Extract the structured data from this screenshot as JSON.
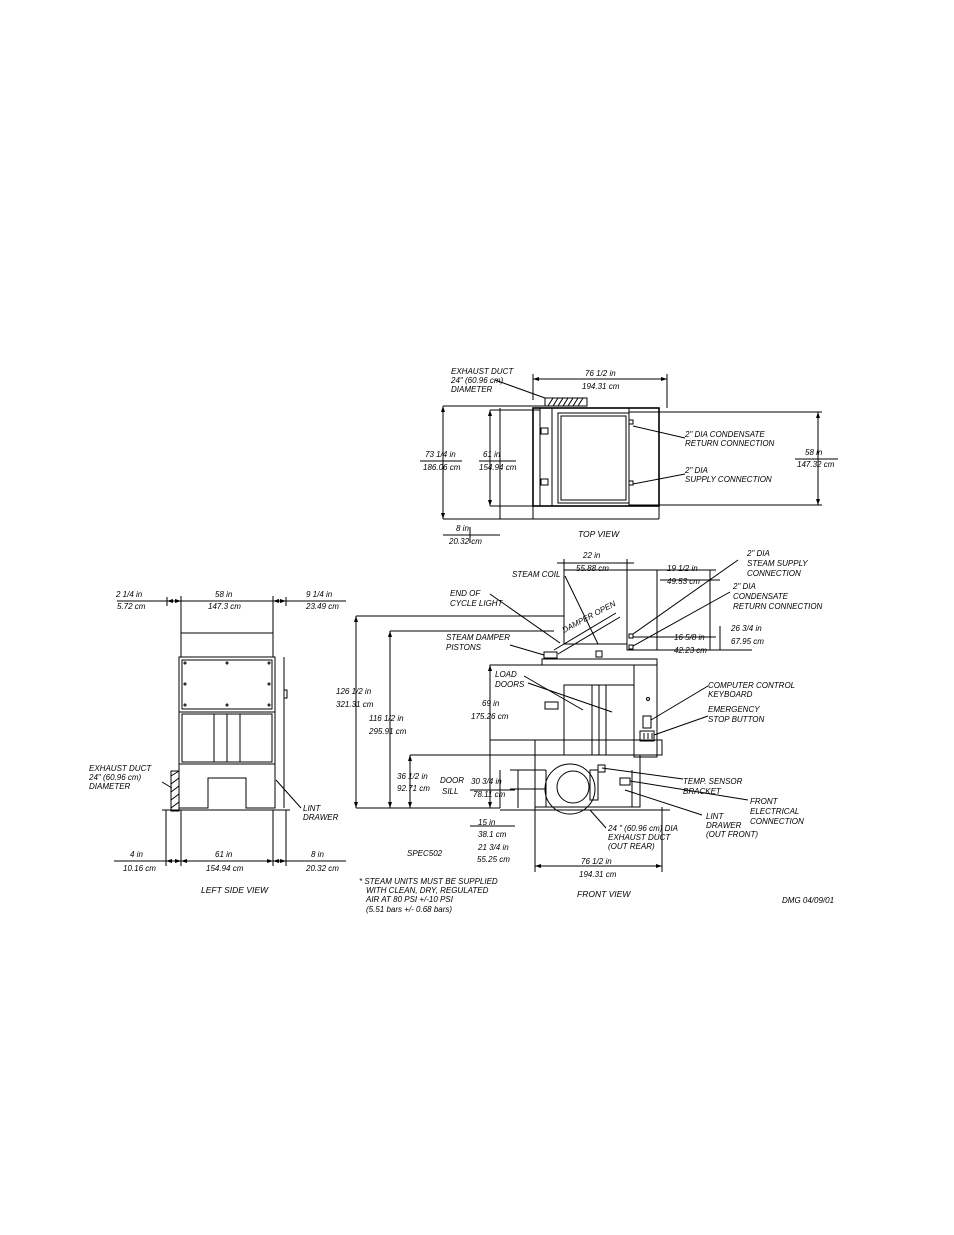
{
  "top_view": {
    "caption": "TOP VIEW",
    "exhaust": [
      "EXHAUST DUCT",
      "24\" (60.96 cm)",
      "DIAMETER"
    ],
    "width": [
      "76 1/2 in",
      "194.31 cm"
    ],
    "depth_total": [
      "73 1/4 in",
      "186.06 cm"
    ],
    "depth_body": [
      "61 in",
      "154.94 cm"
    ],
    "offset": [
      "8 in",
      "20.32 cm"
    ],
    "depth_right": [
      "58 in",
      "147.32 cm"
    ],
    "return_conn": [
      "2\" DIA CONDENSATE",
      "RETURN CONNECTION"
    ],
    "supply_conn": [
      "2\" DIA",
      "SUPPLY CONNECTION"
    ]
  },
  "side_view": {
    "caption": "LEFT SIDE VIEW",
    "top_left": [
      "2 1/4 in",
      "5.72 cm"
    ],
    "top_mid": [
      "58 in",
      "147.3 cm"
    ],
    "top_right": [
      "9 1/4 in",
      "23.49 cm"
    ],
    "bot_left": [
      "4 in",
      "10.16 cm"
    ],
    "bot_mid": [
      "61 in",
      "154.94 cm"
    ],
    "bot_right": [
      "8 in",
      "20.32 cm"
    ],
    "exhaust": [
      "EXHAUST DUCT",
      "24\" (60.96 cm)",
      "DIAMETER"
    ],
    "lint": [
      "LINT",
      "DRAWER"
    ]
  },
  "front_view": {
    "caption": "FRONT VIEW",
    "top_w": [
      "22 in",
      "55.88 cm"
    ],
    "steam_coil": "STEAM COIL",
    "end_cycle": [
      "END OF",
      "CYCLE LIGHT"
    ],
    "damper_open": "DAMPER OPEN",
    "pistons": [
      "STEAM DAMPER",
      "PISTONS"
    ],
    "steam_supply": [
      "2\" DIA",
      "STEAM SUPPLY",
      "CONNECTION"
    ],
    "cond_return": [
      "2\" DIA",
      "CONDENSATE",
      "RETURN CONNECTION"
    ],
    "d19": [
      "19 1/2 in",
      "49.53 cm"
    ],
    "d26": [
      "26 3/4 in",
      "67.95 cm"
    ],
    "d16": [
      "16 5/8 in",
      "42.23 cm"
    ],
    "load_doors": [
      "LOAD",
      "DOORS"
    ],
    "h126": [
      "126 1/2 in",
      "321.31 cm"
    ],
    "h116": [
      "116 1/2 in",
      "295.91 cm"
    ],
    "h69": [
      "69 in",
      "175.26 cm"
    ],
    "h36": [
      "36 1/2 in",
      "92.71 cm"
    ],
    "door_sill": [
      "DOOR",
      "SILL"
    ],
    "h30": [
      "30 3/4 in",
      "78.11 cm"
    ],
    "h15": [
      "15 in",
      "38.1 cm"
    ],
    "h21": [
      "21 3/4 in",
      "55.25 cm"
    ],
    "width": [
      "76 1/2 in",
      "194.31 cm"
    ],
    "computer": [
      "COMPUTER CONTROL",
      "KEYBOARD"
    ],
    "emergency": [
      "EMERGENCY",
      "STOP BUTTON"
    ],
    "temp": [
      "TEMP. SENSOR",
      "BRACKET"
    ],
    "front_elec": [
      "FRONT",
      "ELECTRICAL",
      "CONNECTION"
    ],
    "lint": [
      "LINT",
      "DRAWER",
      "(OUT FRONT)"
    ],
    "exhaust": [
      "24 \" (60.96 cm) DIA",
      "EXHAUST DUCT",
      "(OUT REAR)"
    ]
  },
  "spec_code": "SPEC502",
  "note": [
    "* STEAM UNITS MUST BE SUPPLIED",
    "WITH CLEAN, DRY, REGULATED",
    "AIR AT 80 PSI +/-10 PSI",
    "(5.51 bars +/- 0.68 bars)"
  ],
  "drawn_by": "DMG 04/09/01"
}
